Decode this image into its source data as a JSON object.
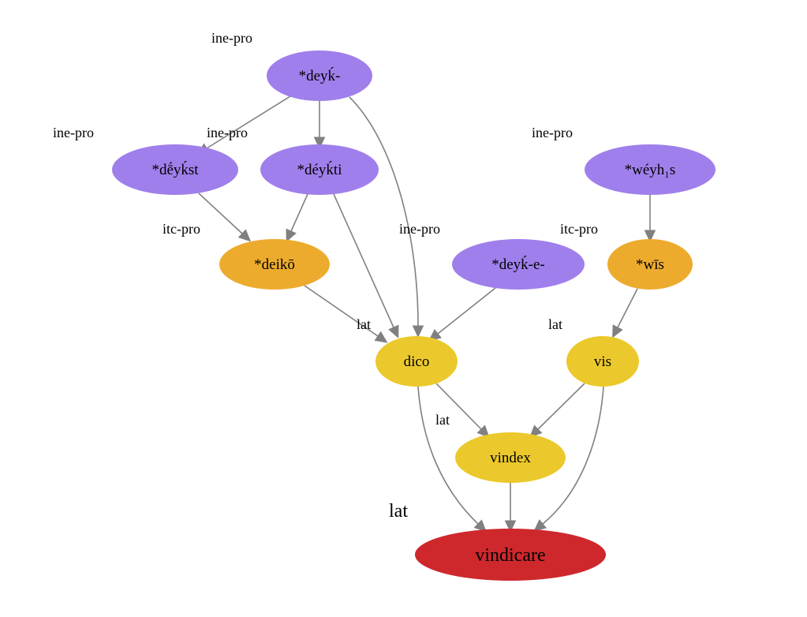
{
  "graph": {
    "colors": {
      "ine-pro": "#9f7feb",
      "itc-pro": "#edab2e",
      "lat": "#ebc92c",
      "target": "#ce282d",
      "edge": "#808080"
    },
    "nodes": [
      {
        "id": "deyk",
        "label": "*deyḱ-",
        "lang": "ine-pro",
        "color_key": "ine-pro"
      },
      {
        "id": "deykst",
        "label": "*dḗyḱst",
        "lang": "ine-pro",
        "color_key": "ine-pro"
      },
      {
        "id": "deykti",
        "label": "*déyḱti",
        "lang": "ine-pro",
        "color_key": "ine-pro"
      },
      {
        "id": "weyh1s",
        "label": "*wéyh₁s",
        "lang": "ine-pro",
        "color_key": "ine-pro"
      },
      {
        "id": "deiko",
        "label": "*deikō",
        "lang": "itc-pro",
        "color_key": "itc-pro"
      },
      {
        "id": "deyke",
        "label": "*deyḱ-e-",
        "lang": "ine-pro",
        "color_key": "ine-pro"
      },
      {
        "id": "wis",
        "label": "*wīs",
        "lang": "itc-pro",
        "color_key": "itc-pro"
      },
      {
        "id": "dico",
        "label": "dico",
        "lang": "lat",
        "color_key": "lat"
      },
      {
        "id": "vis",
        "label": "vis",
        "lang": "lat",
        "color_key": "lat"
      },
      {
        "id": "vindex",
        "label": "vindex",
        "lang": "lat",
        "color_key": "lat"
      },
      {
        "id": "vindicare",
        "label": "vindicare",
        "lang": "lat",
        "color_key": "target"
      }
    ],
    "edges": [
      {
        "from": "deyk",
        "to": "deykst"
      },
      {
        "from": "deyk",
        "to": "deykti"
      },
      {
        "from": "deyk",
        "to": "dico"
      },
      {
        "from": "deykst",
        "to": "deiko"
      },
      {
        "from": "deykti",
        "to": "deiko"
      },
      {
        "from": "deykti",
        "to": "dico"
      },
      {
        "from": "deiko",
        "to": "dico"
      },
      {
        "from": "deyke",
        "to": "dico"
      },
      {
        "from": "weyh1s",
        "to": "wis"
      },
      {
        "from": "wis",
        "to": "vis"
      },
      {
        "from": "dico",
        "to": "vindex"
      },
      {
        "from": "vis",
        "to": "vindex"
      },
      {
        "from": "dico",
        "to": "vindicare"
      },
      {
        "from": "vindex",
        "to": "vindicare"
      },
      {
        "from": "vis",
        "to": "vindicare"
      }
    ]
  }
}
